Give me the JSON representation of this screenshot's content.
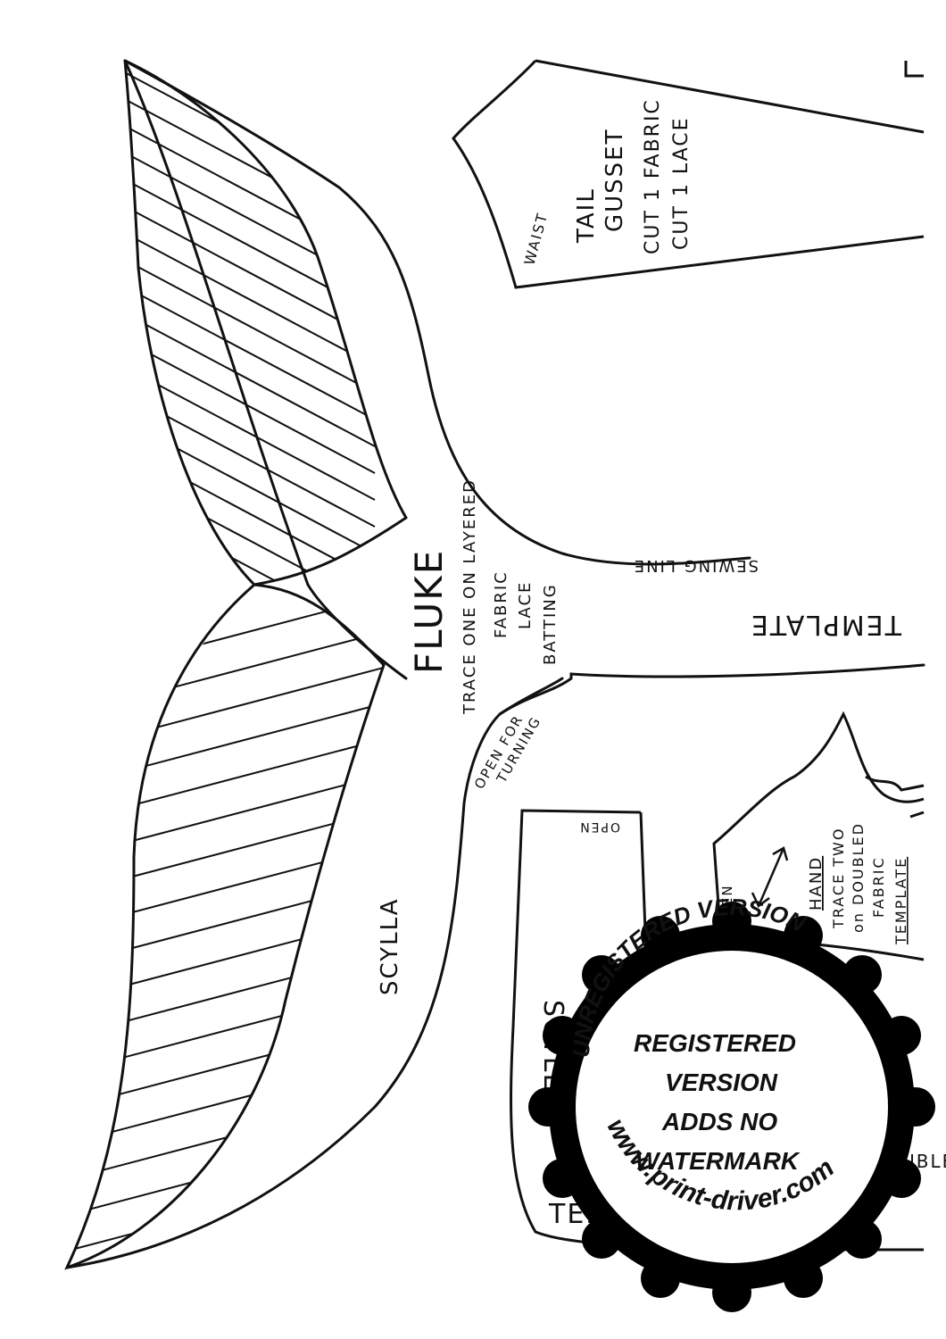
{
  "fluke": {
    "title": "FLUKE",
    "trace_line1": "TRACE ONE ON LAYERED",
    "fabric": "FABRIC",
    "lace": "LACE",
    "batting": "BATTING",
    "sewing_line": "SEWING LINE",
    "template": "TEMPLATE",
    "open_for": "OPEN FOR",
    "turning": "TURNING",
    "scylla": "SCYLLA"
  },
  "gusset": {
    "waist": "WAIST",
    "tail": "TAIL",
    "gusset": "GUSSET",
    "cut_fabric": "CUT 1 FABRIC",
    "cut_lace": "CUT 1 LACE"
  },
  "hand": {
    "open": "OPEN",
    "hand": "HAND",
    "trace_two": "TRACE TWO",
    "on_doubled": "on DOUBLED",
    "fabric": "FABRIC",
    "template": "TEMPLATE"
  },
  "lower": {
    "open": "OPEN",
    "scylla": "SCYLLA",
    "template": "TEMPLATE",
    "doubled": "DOUBLED"
  },
  "watermark": {
    "ring": "UNREGISTERED VERSION",
    "line1": "REGISTERED",
    "line2": "VERSION",
    "line3": "ADDS NO",
    "line4": "WATERMARK",
    "url": "www.print-driver.com"
  }
}
